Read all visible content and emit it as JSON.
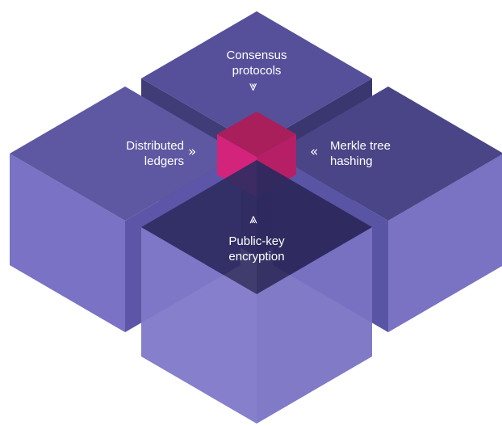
{
  "labels": {
    "top": [
      "Consensus",
      "protocols"
    ],
    "left": [
      "Distributed",
      "ledgers"
    ],
    "right": [
      "Merkle tree",
      "hashing"
    ],
    "bottom": [
      "Public-key",
      "encryption"
    ]
  },
  "icons": {
    "top": "double-chevron-down-icon",
    "left": "double-chevron-right-icon",
    "right": "double-chevron-left-icon",
    "bottom": "double-chevron-up-icon"
  },
  "colors": {
    "outer_cube": "#6a5fb0",
    "center_cube": "#d4237a",
    "label_text": "#ffffff"
  }
}
